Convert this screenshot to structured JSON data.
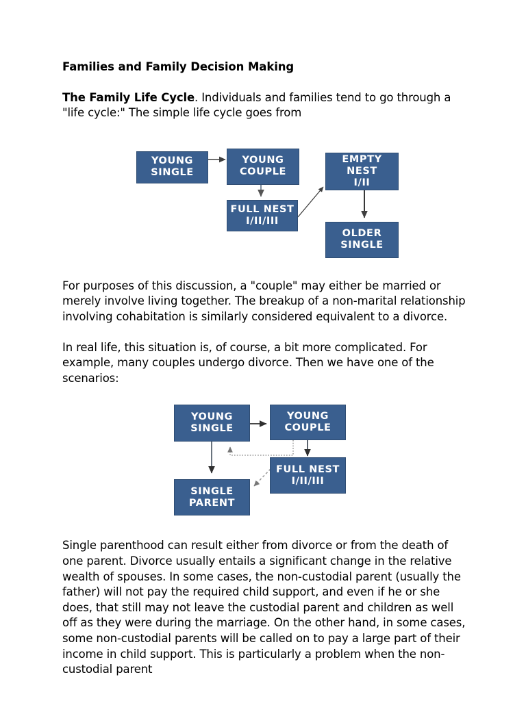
{
  "document": {
    "title": "Families and Family Decision Making",
    "paragraphs": {
      "p1_lead": "The Family Life Cycle",
      "p1_rest": ". Individuals and families tend to go through a \"life cycle:\" The simple life cycle goes from",
      "p2": "For purposes of this discussion, a \"couple\" may either be married or merely involve living together. The breakup of a non-marital relationship involving cohabitation is similarly considered equivalent to a divorce.",
      "p3": "In real life, this situation is, of course, a bit more complicated. For example, many couples undergo divorce. Then we have one of the scenarios:",
      "p4": "Single parenthood can result either from divorce or from the death of one parent. Divorce usually entails a significant change in the relative wealth of spouses. In some cases, the non-custodial parent (usually the father) will not pay the required child support, and even if he or she does, that still may not leave the custodial parent and children as well off as they were during the marriage. On the other hand, in some cases, some non-custodial parents will be called on to pay a large part of their income in child support. This is particularly a problem when the non-custodial parent"
    }
  },
  "colors": {
    "node_fill": "#3A5F8F",
    "node_border": "#2E4C72",
    "node_text": "#FFFFFF",
    "arrow_solid": "#3F3F3F",
    "arrow_dotted": "#8A8A8A",
    "page_background": "#FFFFFF",
    "body_text": "#000000"
  },
  "diagram1": {
    "name": "simple-family-life-cycle",
    "nodes": [
      {
        "id": "young-single",
        "line1": "YOUNG",
        "line2": "SINGLE"
      },
      {
        "id": "young-couple",
        "line1": "YOUNG",
        "line2": "COUPLE"
      },
      {
        "id": "full-nest",
        "line1": "FULL NEST",
        "line2": "I/II/III"
      },
      {
        "id": "empty-nest",
        "line1": "EMPTY NEST",
        "line2": "I/II"
      },
      {
        "id": "older-single",
        "line1": "OLDER",
        "line2": "SINGLE"
      }
    ],
    "edges": [
      {
        "from": "young-single",
        "to": "young-couple",
        "style": "solid"
      },
      {
        "from": "young-couple",
        "to": "full-nest",
        "style": "solid"
      },
      {
        "from": "full-nest",
        "to": "empty-nest",
        "style": "solid"
      },
      {
        "from": "empty-nest",
        "to": "older-single",
        "style": "solid"
      }
    ]
  },
  "diagram2": {
    "name": "divorce-scenarios-life-cycle",
    "nodes": [
      {
        "id": "young-single",
        "line1": "YOUNG",
        "line2": "SINGLE"
      },
      {
        "id": "young-couple",
        "line1": "YOUNG",
        "line2": "COUPLE"
      },
      {
        "id": "full-nest",
        "line1": "FULL NEST",
        "line2": "I/II/III"
      },
      {
        "id": "single-parent",
        "line1": "SINGLE",
        "line2": "PARENT"
      }
    ],
    "edges": [
      {
        "from": "young-single",
        "to": "young-couple",
        "style": "solid"
      },
      {
        "from": "young-single",
        "to": "single-parent",
        "style": "solid"
      },
      {
        "from": "young-couple",
        "to": "full-nest",
        "style": "solid"
      },
      {
        "from": "young-couple",
        "to": "young-single",
        "style": "dotted"
      },
      {
        "from": "full-nest",
        "to": "single-parent",
        "style": "dashed"
      }
    ]
  }
}
